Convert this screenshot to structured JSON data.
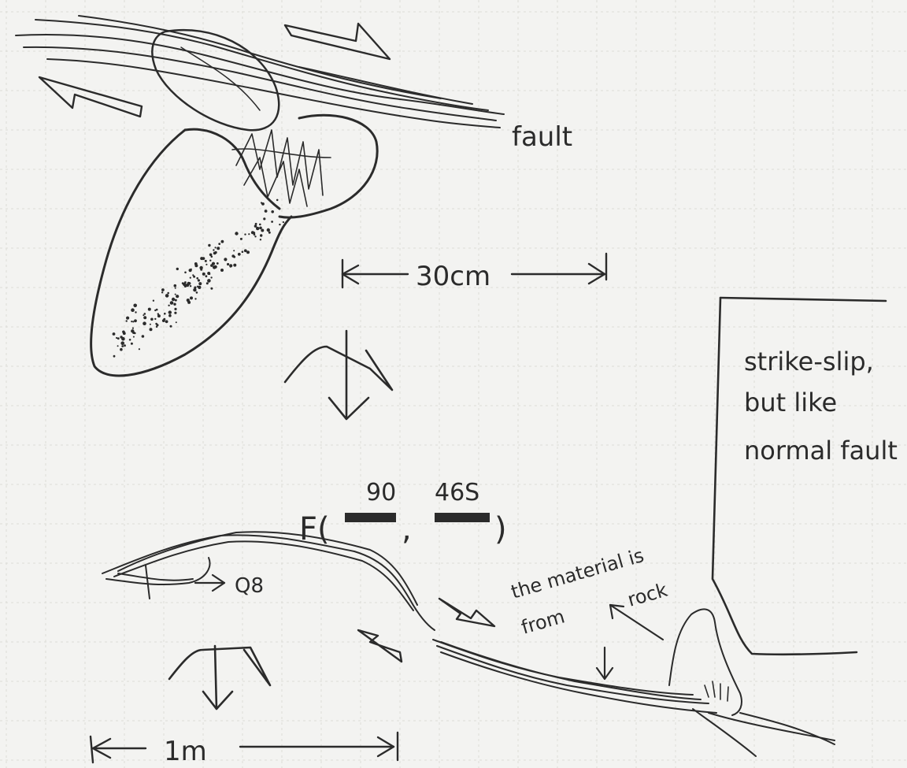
{
  "labels": {
    "fault": "fault",
    "scale_top": "30cm",
    "scale_bottom": "1m",
    "fault_prefix": "F(",
    "fault_sep": ",",
    "fault_suffix": ")",
    "strike": "90",
    "dip": "46S",
    "q_label": "Q8",
    "material_line1": "the material is",
    "material_line2": "from",
    "material_line3": "rock"
  },
  "note": {
    "line1": "strike-slip,",
    "line2": "but like",
    "line3": "normal fault"
  },
  "colors": {
    "ink": "#2b2b2b",
    "paper": "#f3f3f1",
    "grid": "#dcdcd8"
  }
}
